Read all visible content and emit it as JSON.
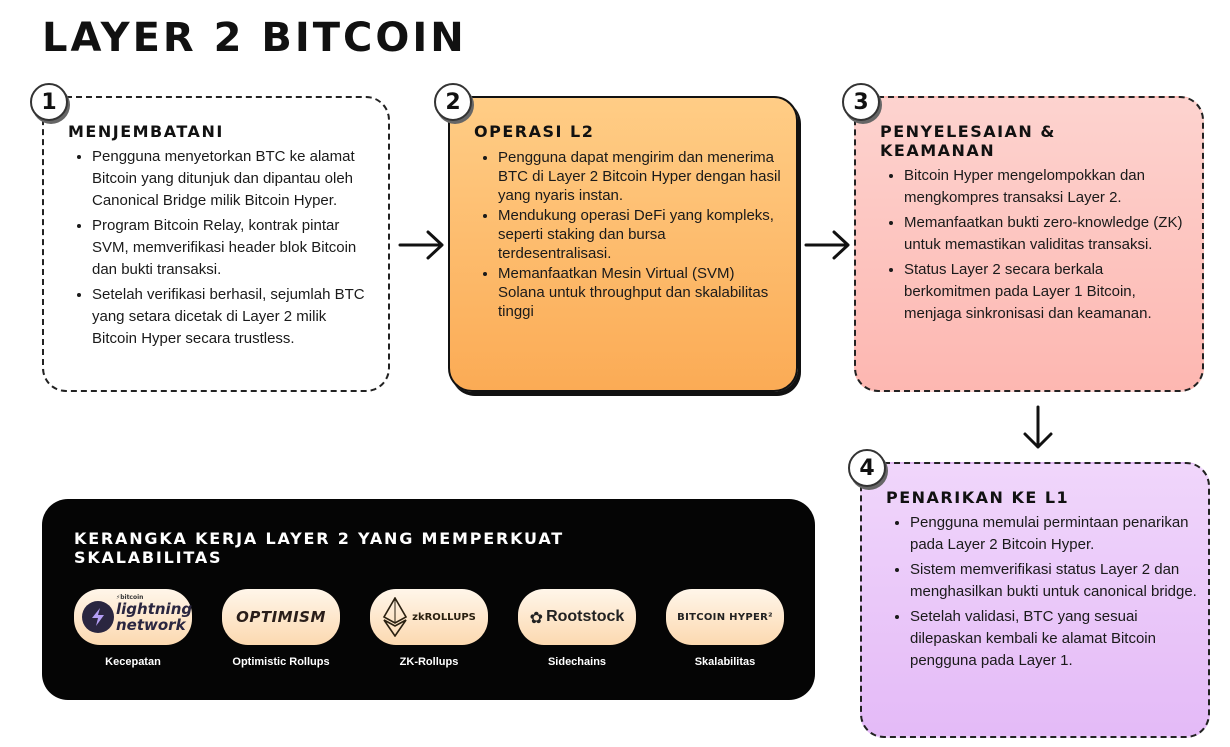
{
  "title": "LAYER 2 BITCOIN",
  "steps": [
    {
      "number": "1",
      "title": "MENJEMBATANI",
      "bullets": [
        "Pengguna menyetorkan BTC ke alamat Bitcoin yang ditunjuk dan dipantau oleh Canonical Bridge milik Bitcoin Hyper.",
        "Program Bitcoin Relay, kontrak pintar SVM, memverifikasi header blok Bitcoin dan bukti transaksi.",
        "Setelah verifikasi berhasil, sejumlah BTC yang setara dicetak di Layer 2 milik Bitcoin Hyper secara trustless."
      ]
    },
    {
      "number": "2",
      "title": "OPERASI L2",
      "bullets": [
        "Pengguna dapat mengirim dan menerima BTC di Layer 2 Bitcoin Hyper dengan hasil yang nyaris instan.",
        "Mendukung operasi DeFi yang kompleks, seperti staking dan bursa terdesentralisasi.",
        "Memanfaatkan Mesin Virtual (SVM) Solana untuk throughput dan skalabilitas tinggi"
      ]
    },
    {
      "number": "3",
      "title_line1": "PENYELESAIAN &",
      "title_line2": "KEAMANAN",
      "bullets": [
        "Bitcoin Hyper mengelompokkan dan mengkompres transaksi Layer 2.",
        "Memanfaatkan bukti zero-knowledge (ZK) untuk memastikan validitas transaksi.",
        "Status Layer 2 secara berkala berkomitmen pada Layer 1 Bitcoin, menjaga sinkronisasi dan keamanan."
      ]
    },
    {
      "number": "4",
      "title": "PENARIKAN KE L1",
      "bullets": [
        "Pengguna memulai permintaan penarikan pada Layer 2 Bitcoin Hyper.",
        "Sistem memverifikasi status Layer 2 dan menghasilkan bukti untuk canonical bridge.",
        "Setelah validasi, BTC yang sesuai dilepaskan kembali ke alamat Bitcoin pengguna pada Layer 1."
      ]
    }
  ],
  "framework": {
    "title_line1": "KERANGKA KERJA LAYER 2 YANG MEMPERKUAT",
    "title_line2": "SKALABILITAS",
    "items": [
      {
        "logo_small": "⚡bitcoin",
        "logo_line1": "lightning",
        "logo_line2": "network",
        "caption": "Kecepatan"
      },
      {
        "logo": "OPTIMISM",
        "caption": "Optimistic Rollups"
      },
      {
        "logo": "zkROLLUPS",
        "caption": "ZK-Rollups"
      },
      {
        "logo": "Rootstock",
        "caption": "Sidechains"
      },
      {
        "logo": "BITCOIN HYPER²",
        "caption": "Skalabilitas"
      }
    ]
  },
  "colors": {
    "card2": "#fbb35f",
    "card3": "#fdc5c0",
    "card4": "#ebc9f9",
    "panel": "#050505"
  }
}
